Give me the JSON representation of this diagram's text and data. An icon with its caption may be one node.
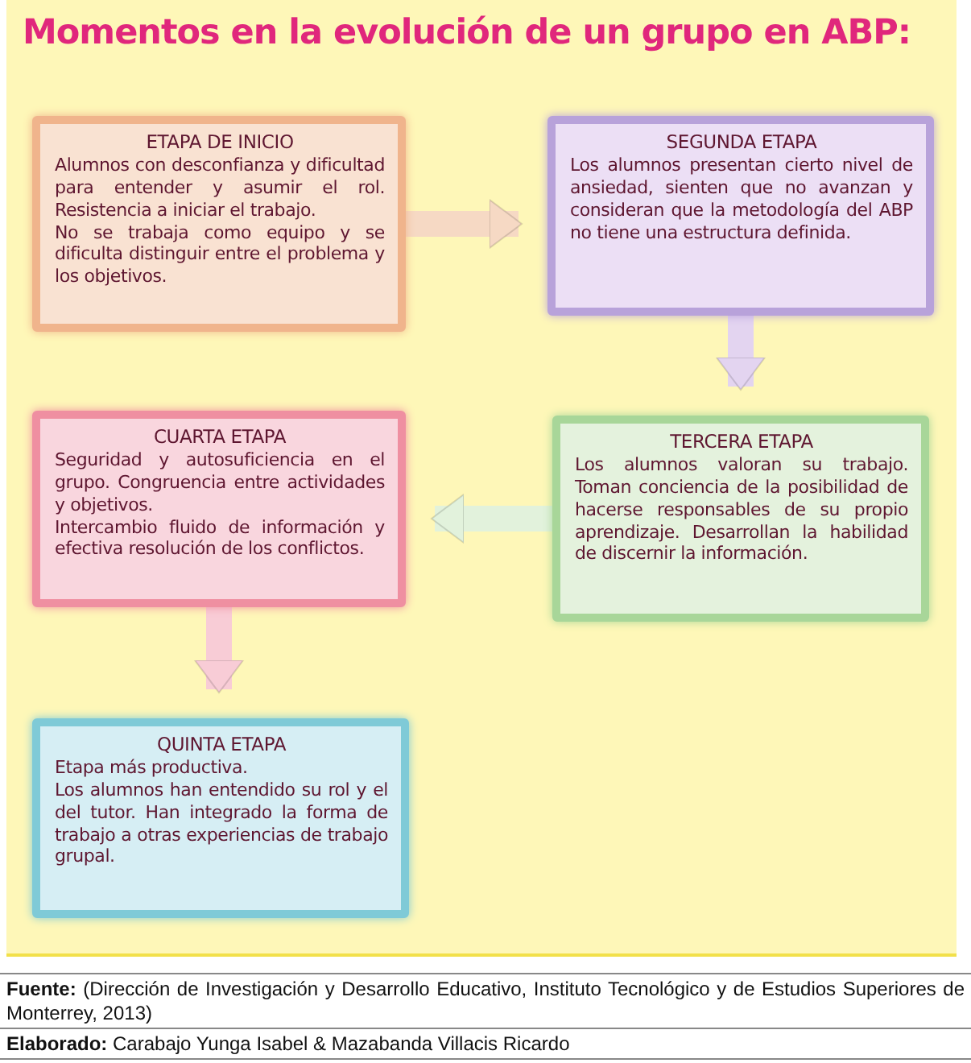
{
  "diagram": {
    "title": "Momentos en la evolución de un grupo en ABP:",
    "nodes": [
      {
        "text": [
          "ETAPA DE INICIO",
          "Alumnos con desconfianza y dificultad para entender y asumir el rol. Resistencia a iniciar el trabajo.",
          "No se trabaja como equipo y se dificulta distinguir entre el problema y los objetivos."
        ]
      },
      {
        "text": [
          "SEGUNDA ETAPA",
          "Los alumnos presentan cierto nivel de ansiedad, sienten que no avanzan y consideran que la metodología del ABP no tiene una estructura definida."
        ]
      },
      {
        "text": [
          "CUARTA ETAPA",
          "Seguridad y autosuficiencia en el grupo. Congruencia entre actividades y objetivos.",
          "Intercambio fluido de información y efectiva resolución de los conflictos."
        ]
      },
      {
        "text": [
          "TERCERA ETAPA",
          "Los alumnos valoran su trabajo. Toman conciencia de la posibilidad de hacerse responsables de su propio aprendizaje. Desarrollan la habilidad de discernir la información."
        ]
      },
      {
        "text": [
          "QUINTA ETAPA",
          "Etapa más productiva.",
          "Los alumnos han entendido su rol y el del tutor. Han integrado la forma de trabajo a otras experiencias de trabajo grupal."
        ]
      }
    ],
    "edges": [
      {
        "from": 0,
        "to": 1,
        "arrow": "to",
        "color": "#f6d9c4"
      },
      {
        "from": 1,
        "to": 3,
        "arrow": "to",
        "color": "#e3d4f0"
      },
      {
        "from": 3,
        "to": 2,
        "arrow": "to",
        "color": "#e2f2dc"
      },
      {
        "from": 2,
        "to": 4,
        "arrow": "to",
        "color": "#f8ccd6"
      }
    ],
    "labels": [
      "**Fuente:** (Dirección de Investigación y Desarrollo Educativo, Instituto Tecnológico y de Estudios Superiores de Monterrey, 2013)",
      "**Elaborado:** Carabajo Yunga Isabel & Mazabanda Villacis Ricardo"
    ]
  }
}
